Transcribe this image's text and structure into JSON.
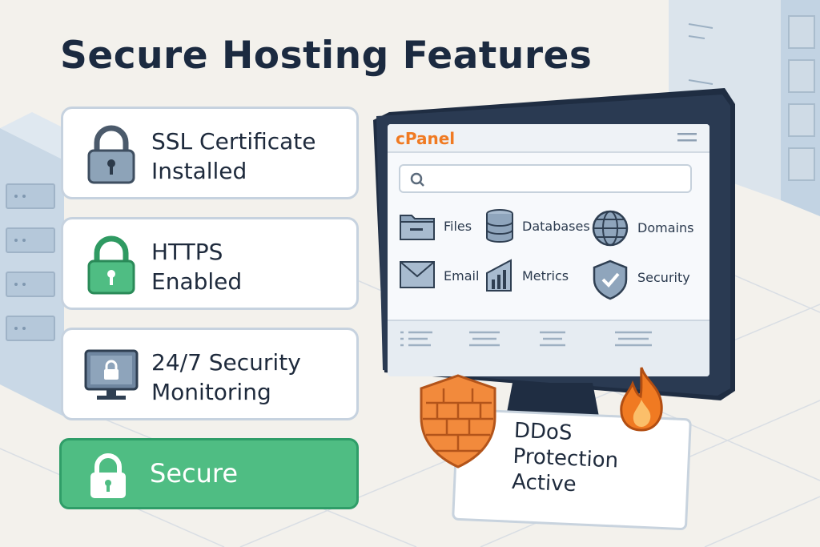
{
  "title": "Secure Hosting Features",
  "features": [
    {
      "label": "SSL Certificate\nInstalled",
      "icon": "padlock-icon"
    },
    {
      "label": "HTTPS\nEnabled",
      "icon": "padlock-green-icon"
    },
    {
      "label": "24/7 Security\nMonitoring",
      "icon": "monitor-lock-icon"
    }
  ],
  "secure_button": {
    "label": "Secure"
  },
  "cpanel": {
    "logo": "cPanel",
    "search_placeholder": "",
    "items": [
      {
        "label": "Files",
        "icon": "folder-icon"
      },
      {
        "label": "Databases",
        "icon": "database-icon"
      },
      {
        "label": "Domains",
        "icon": "globe-icon"
      },
      {
        "label": "Email",
        "icon": "envelope-icon"
      },
      {
        "label": "Metrics",
        "icon": "bar-chart-icon"
      },
      {
        "label": "Security",
        "icon": "shield-check-icon"
      }
    ]
  },
  "ddos": {
    "label": "DDoS\nProtection\nActive"
  },
  "colors": {
    "accent_green": "#4fbd83",
    "cpanel_orange": "#f07a22",
    "navy": "#1b2a40",
    "firewall_orange": "#f28a3c"
  }
}
